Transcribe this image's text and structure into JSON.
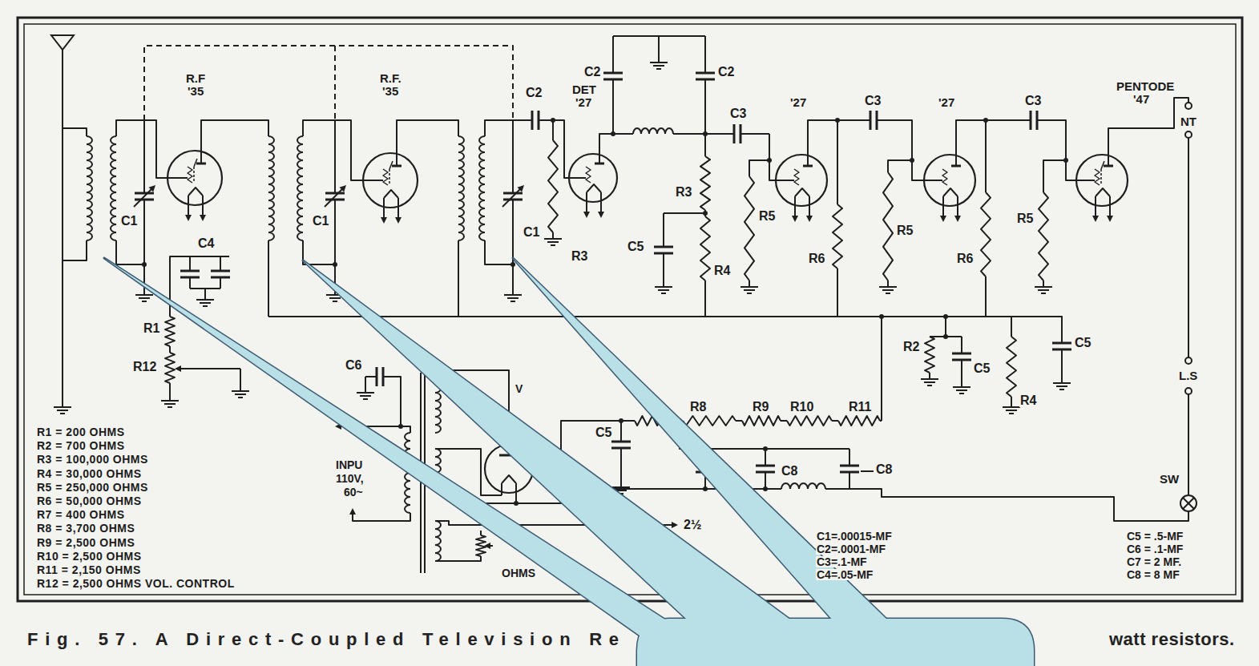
{
  "diagram": {
    "caption": "Fig. 57. A Direct-Coupled Television Re",
    "labels": [
      "R.F",
      "'35",
      "R.F.",
      "'35",
      "C2",
      "C2",
      "C2",
      "DET",
      "'27",
      "C3",
      "'27",
      "C3",
      "'27",
      "C3",
      "PENTODE",
      "'47",
      "NT",
      "L.S",
      "SW",
      "C1",
      "C1",
      "C1",
      "C4",
      "R3",
      "R3",
      "C5",
      "R4",
      "R5",
      "R6",
      "R5",
      "R6",
      "R5",
      "C5",
      "R2",
      "C5",
      "R4",
      "R1",
      "R12",
      "C6",
      "V",
      "INPU",
      "110V,",
      "60~",
      "2½",
      "OHMS",
      "C5",
      "R8",
      "R9",
      "R10",
      "R11",
      "C8",
      "C8",
      "R1 = 200 OHMS",
      "R2 = 700 OHMS",
      "R3 = 100,000 OHMS",
      "R4 = 30,000 OHMS",
      "R5 = 250,000 OHMS",
      "R6 = 50,000 OHMS",
      "R7 = 400 OHMS",
      "R8 = 3,700 OHMS",
      "R9 = 2,500 OHMS",
      "R10 = 2,500 OHMS",
      "R11 = 2,150 OHMS",
      "R12 = 2,500 OHMS VOL. CONTROL",
      "C1=.00015-MF",
      "C2=.0001-MF",
      "C3=.1-MF",
      "C4=.05-MF",
      "C5 = .5-MF",
      "C6 = .1-MF",
      "C7 = 2 MF.",
      "C8 = 8 MF",
      "watt resistors."
    ]
  }
}
